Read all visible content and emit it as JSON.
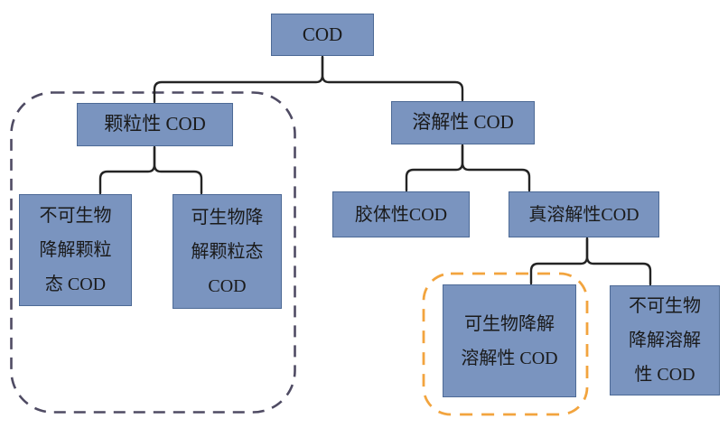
{
  "diagram": {
    "type": "hierarchy-tree",
    "root": "COD"
  },
  "nodes": {
    "cod": {
      "label": "COD"
    },
    "particulate": {
      "label": "颗粒性 COD",
      "parent": "cod"
    },
    "soluble": {
      "label": "溶解性 COD",
      "parent": "cod"
    },
    "nonbio_particulate": {
      "label": "不可生物\n降解颗粒\n态 COD",
      "parent": "particulate"
    },
    "bio_particulate": {
      "label": "可生物降\n解颗粒态\nCOD",
      "parent": "particulate"
    },
    "colloidal": {
      "label": "胶体性COD",
      "parent": "soluble"
    },
    "true_soluble": {
      "label": "真溶解性COD",
      "parent": "soluble"
    },
    "bio_soluble": {
      "label": "可生物降解\n溶解性 COD",
      "parent": "true_soluble"
    },
    "nonbio_soluble": {
      "label": "不可生物\n降解溶解\n性 COD",
      "parent": "true_soluble"
    }
  },
  "highlights": {
    "particulate_group": {
      "style": "dashed-rounded-rect",
      "color": "#4f4b63",
      "encloses": [
        "颗粒性 COD",
        "不可生物降解颗粒态 COD",
        "可生物降解颗粒态 COD"
      ]
    },
    "biodegradable_soluble": {
      "style": "dashed-rounded-rect",
      "color": "#f2a43e",
      "encloses": [
        "可生物降解溶解性 COD"
      ]
    }
  },
  "colors": {
    "background": "#ffffff",
    "box_fill": "#7a94bf",
    "box_border": "#4d6a96",
    "connector": "#242424",
    "dark_dash": "#4f4b63",
    "orange_dash": "#f2a43e",
    "text": "#1a1a1a"
  }
}
